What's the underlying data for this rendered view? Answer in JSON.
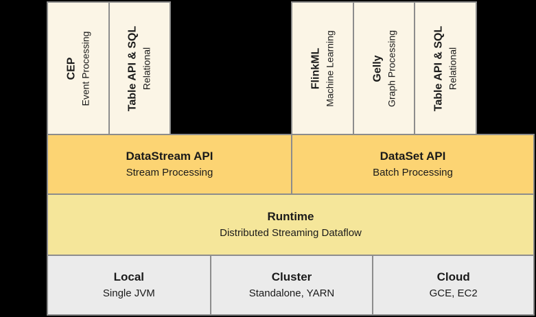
{
  "libraries": {
    "stream": [
      {
        "name": "CEP",
        "subtitle": "Event Processing"
      },
      {
        "name": "Table API & SQL",
        "subtitle": "Relational"
      }
    ],
    "batch": [
      {
        "name": "FlinkML",
        "subtitle": "Machine Learning"
      },
      {
        "name": "Gelly",
        "subtitle": "Graph Processing"
      },
      {
        "name": "Table API & SQL",
        "subtitle": "Relational"
      }
    ]
  },
  "apis": [
    {
      "name": "DataStream API",
      "subtitle": "Stream Processing"
    },
    {
      "name": "DataSet API",
      "subtitle": "Batch Processing"
    }
  ],
  "runtime": {
    "name": "Runtime",
    "subtitle": "Distributed Streaming Dataflow"
  },
  "deployment": [
    {
      "name": "Local",
      "subtitle": "Single JVM"
    },
    {
      "name": "Cluster",
      "subtitle": "Standalone, YARN"
    },
    {
      "name": "Cloud",
      "subtitle": "GCE, EC2"
    }
  ],
  "colors": {
    "background": "#000000",
    "library_box": "#FBF5E6",
    "api_box": "#FCD473",
    "runtime_box": "#F5E69A",
    "deployment_box": "#EBEBEB",
    "border": "#8C8C8C",
    "text": "#1A1A1A"
  }
}
